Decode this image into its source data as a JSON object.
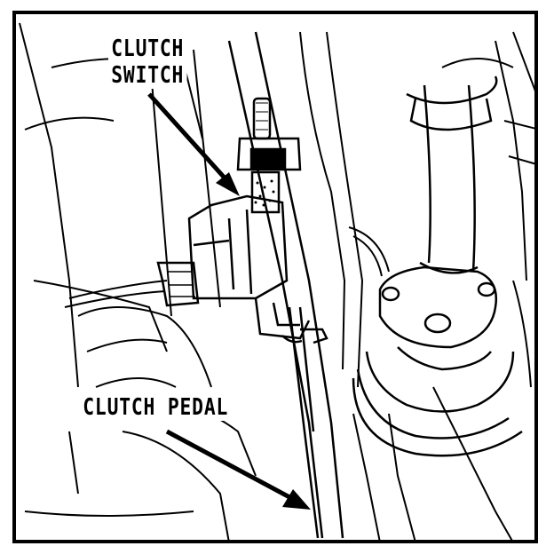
{
  "callouts": {
    "switch": {
      "line1": "CLUTCH",
      "line2": "SWITCH"
    },
    "pedal": {
      "label": "CLUTCH PEDAL"
    }
  },
  "colors": {
    "ink": "#000000",
    "paper": "#ffffff"
  }
}
